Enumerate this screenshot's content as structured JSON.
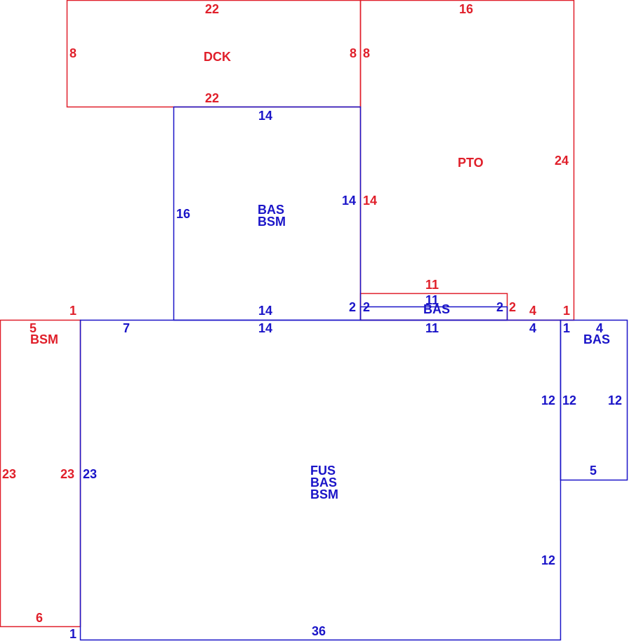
{
  "colors": {
    "red": "#e01f2a",
    "blue": "#1a14c8",
    "background": "#ffffff"
  },
  "areas": {
    "deck": {
      "code": "DCK",
      "color": "red",
      "dims": {
        "top": "22",
        "bottom": "22",
        "left": "8",
        "right": "8"
      }
    },
    "porch": {
      "code": "PTO",
      "color": "red",
      "dims": {
        "top": "16",
        "left": "8",
        "left_lower": "14",
        "right": "24",
        "bottom_end": "1"
      }
    },
    "upper_basement": {
      "codes": [
        "BAS",
        "BSM"
      ],
      "color": "blue",
      "dims": {
        "top": "14",
        "left": "16",
        "right": "14",
        "bottom": "14"
      }
    },
    "small_strip_red": {
      "color": "red",
      "dims": {
        "top": "11",
        "right": "2",
        "right_ext": "4"
      }
    },
    "small_strip_blue": {
      "code": "BAS",
      "color": "blue",
      "dims": {
        "top": "11",
        "left": "2",
        "right": "2",
        "bottom": "11"
      }
    },
    "left_basement": {
      "code": "BSM",
      "color": "red",
      "dims": {
        "top": "5",
        "top_ext": "1",
        "left": "23",
        "right": "23",
        "bottom": "6"
      }
    },
    "main": {
      "codes": [
        "FUS",
        "BAS",
        "BSM"
      ],
      "color": "blue",
      "dims": {
        "top_left": "7",
        "top_mid": "14",
        "top_strip": "11",
        "top_right": "4",
        "left": "23",
        "right_upper": "12",
        "right_lower": "12",
        "bottom": "36",
        "bottom_left": "1"
      }
    },
    "right_addition": {
      "code": "BAS",
      "color": "blue",
      "dims": {
        "top_left": "1",
        "top": "4",
        "left": "12",
        "right": "12",
        "bottom": "5"
      }
    }
  }
}
